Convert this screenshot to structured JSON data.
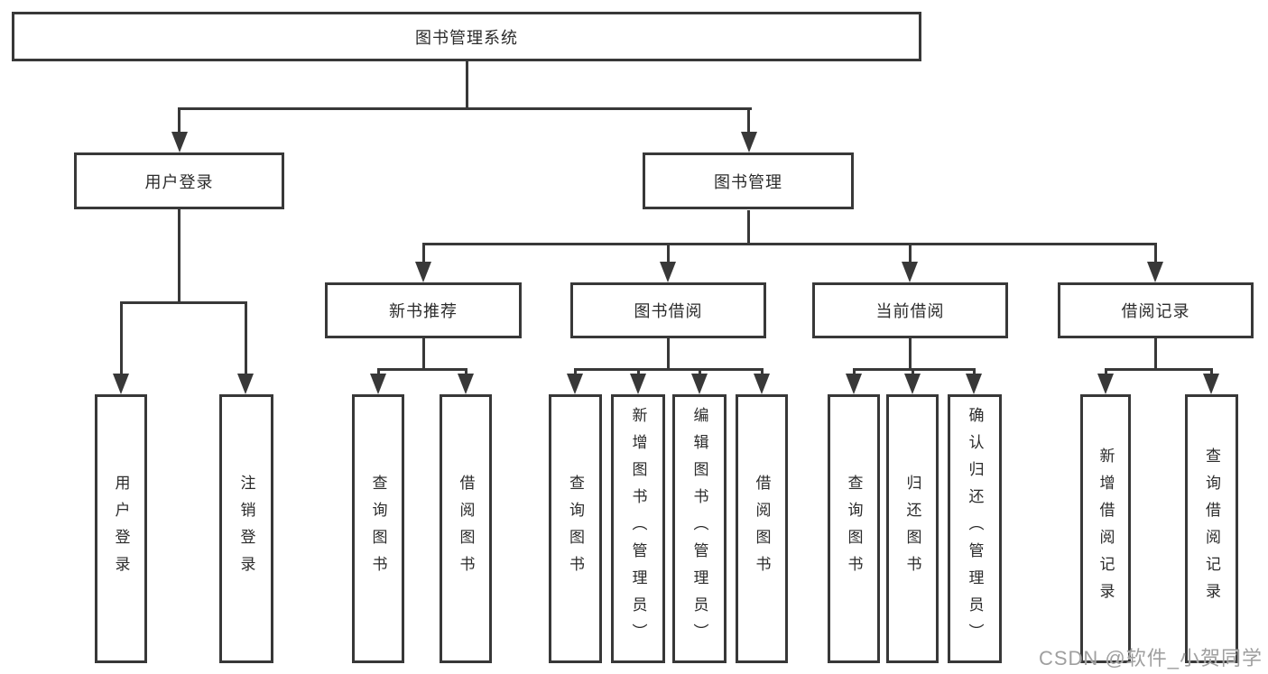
{
  "diagram": {
    "title": "图书管理系统",
    "children": [
      {
        "label": "用户登录",
        "leaves": [
          "用户登录",
          "注销登录"
        ]
      },
      {
        "label": "图书管理",
        "children": [
          {
            "label": "新书推荐",
            "leaves": [
              "查询图书",
              "借阅图书"
            ]
          },
          {
            "label": "图书借阅",
            "leaves": [
              "查询图书",
              "新增图书（管理员）",
              "编辑图书（管理员）",
              "借阅图书"
            ]
          },
          {
            "label": "当前借阅",
            "leaves": [
              "查询图书",
              "归还图书",
              "确认归还（管理员）"
            ]
          },
          {
            "label": "借阅记录",
            "leaves": [
              "新增借阅记录",
              "查询借阅记录"
            ]
          }
        ]
      }
    ]
  },
  "watermark": {
    "text": "CSDN @软件_小贺同学"
  },
  "colors": {
    "line": "#383838",
    "text": "#2b2b2b",
    "background": "#ffffff",
    "watermark": "#9f9f9f"
  }
}
